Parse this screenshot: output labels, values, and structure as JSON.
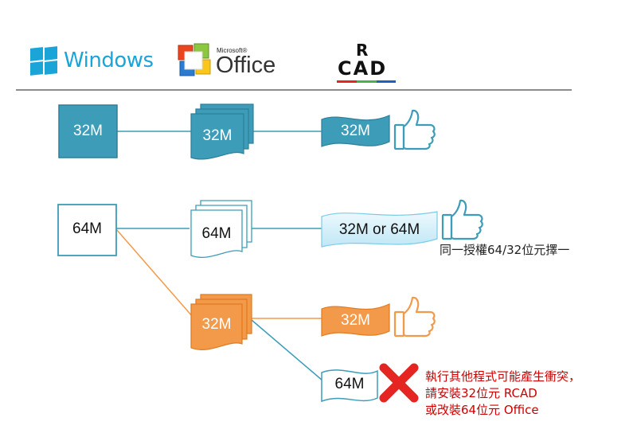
{
  "header": {
    "windows_label": "Windows",
    "office_small_label": "Microsoft®",
    "office_label": "Office",
    "rcad_logo_top": "R",
    "rcad_logo_bottom": "CAD"
  },
  "row1": {
    "windows_box": "32M",
    "office_box": "32M",
    "rcad_box": "32M"
  },
  "row2": {
    "windows_box": "64M",
    "office_box": "64M",
    "rcad_box": "32M or 64M",
    "note": "同一授權64/32位元擇一"
  },
  "row3": {
    "office_box": "32M",
    "rcad_box": "32M"
  },
  "row4": {
    "rcad_box": "64M",
    "warning": [
      "執行其他程式可能產生衝突，",
      "請安裝32位元 RCAD",
      "或改裝64位元 Office"
    ]
  },
  "colors": {
    "teal": "#3d9db8",
    "teal_border": "#2e7f99",
    "orange": "#f39a4a",
    "orange_border": "#e07a20",
    "light_blue": "#d9f2fb",
    "warning_red": "#cc0000",
    "cross_red": "#e52521"
  },
  "icons": [
    "windows-logo-icon",
    "office-logo-icon",
    "thumbs-up-icon",
    "red-x-icon"
  ]
}
